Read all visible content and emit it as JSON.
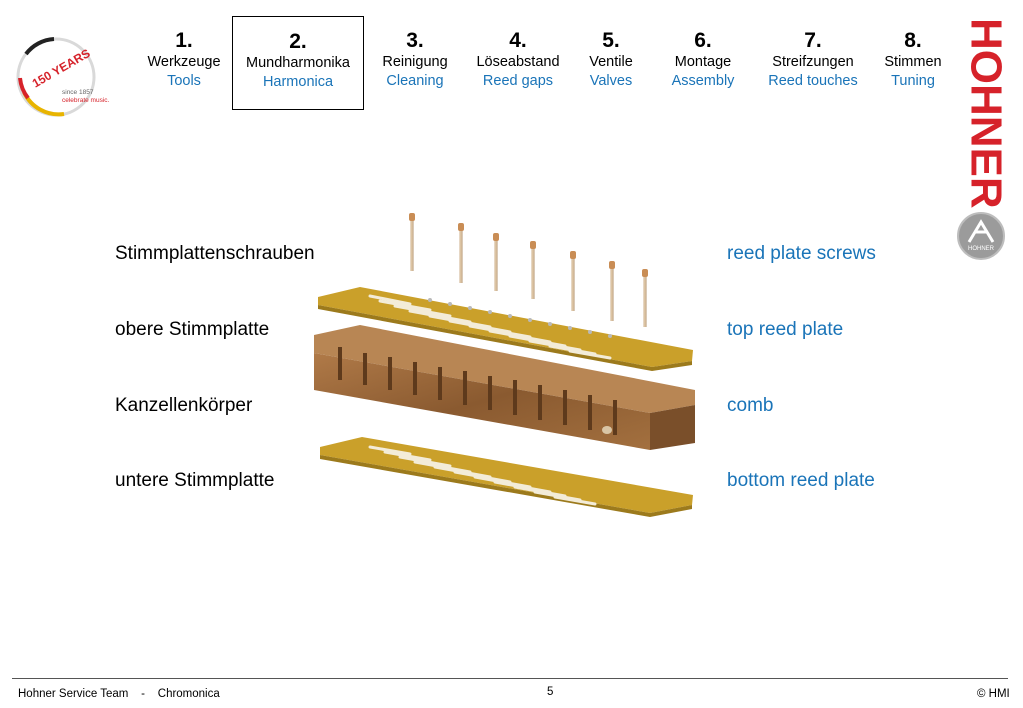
{
  "logo": {
    "badge_text": "150 YEARS",
    "since": "since 1857",
    "slogan": "celebrate music."
  },
  "nav": [
    {
      "num": "1.",
      "de": "Werkzeuge",
      "en": "Tools",
      "active": false
    },
    {
      "num": "2.",
      "de": "Mundharmonika",
      "en": "Harmonica",
      "active": true
    },
    {
      "num": "3.",
      "de": "Reinigung",
      "en": "Cleaning",
      "active": false
    },
    {
      "num": "4.",
      "de": "Löseabstand",
      "en": "Reed gaps",
      "active": false
    },
    {
      "num": "5.",
      "de": "Ventile",
      "en": "Valves",
      "active": false
    },
    {
      "num": "6.",
      "de": "Montage",
      "en": "Assembly",
      "active": false
    },
    {
      "num": "7.",
      "de": "Streifzungen",
      "en": "Reed touches",
      "active": false
    },
    {
      "num": "8.",
      "de": "Stimmen",
      "en": "Tuning",
      "active": false
    }
  ],
  "brand": {
    "name": "HOHNER",
    "emblem_text": "HOHNER"
  },
  "labels": [
    {
      "de": "Stimmplattenschrauben",
      "en": "reed plate screws"
    },
    {
      "de": "obere Stimmplatte",
      "en": "top reed plate"
    },
    {
      "de": "Kanzellenkörper",
      "en": "comb"
    },
    {
      "de": "untere Stimmplatte",
      "en": "bottom reed plate"
    }
  ],
  "footer": {
    "left": "Hohner Service Team    -    Chromonica",
    "page": "5",
    "copyright": "© HMI"
  },
  "colors": {
    "accent_blue": "#1a74b8",
    "brand_red": "#d6222a",
    "plate": "#caa02a",
    "comb": "#9a6a3e"
  }
}
